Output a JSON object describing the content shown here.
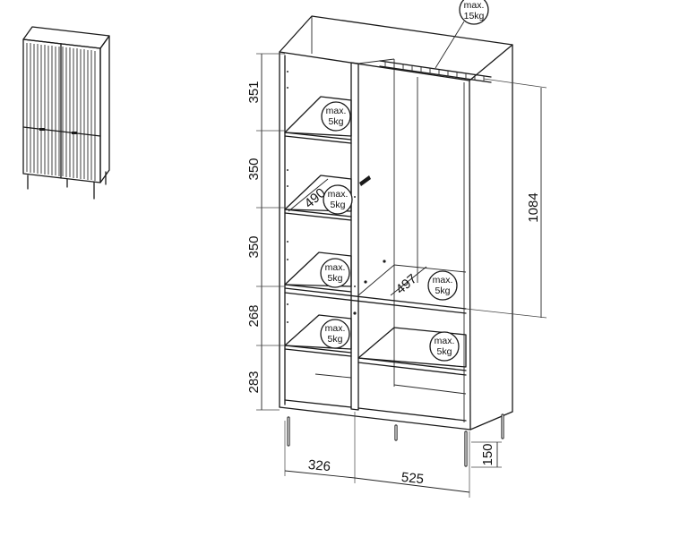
{
  "dimensions": {
    "h_351": "351",
    "h_350a": "350",
    "h_350b": "350",
    "h_268": "268",
    "h_283": "283",
    "w_326": "326",
    "w_525": "525",
    "d_490": "490",
    "d_497": "497",
    "h_1084": "1084",
    "leg_150": "150"
  },
  "load_limits": {
    "rail": [
      "max.",
      "15kg"
    ],
    "shelf": [
      "max.",
      "5kg"
    ]
  }
}
